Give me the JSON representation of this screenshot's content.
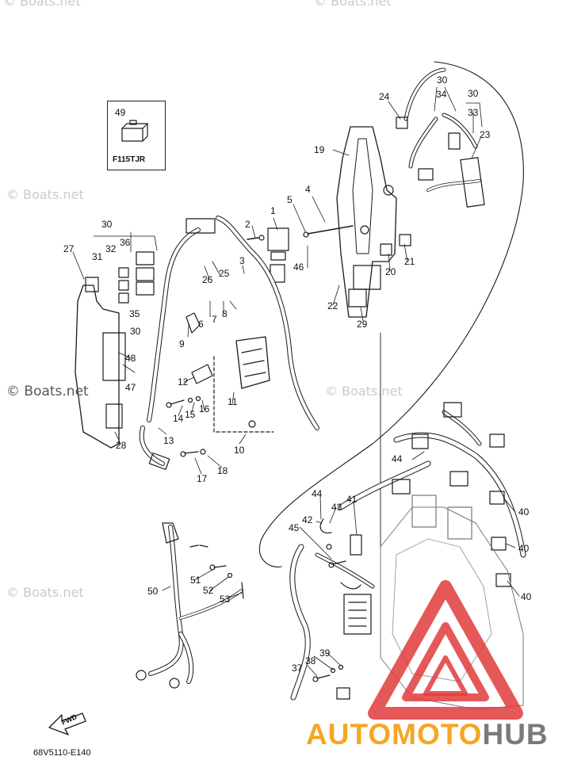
{
  "watermarks": {
    "top_left": "© Boats.net",
    "top_right": "© Boats.net",
    "left_upper": "© Boats.net",
    "left_middle": "© Boats.net",
    "center": "© Boats.net",
    "left_lower": "© Boats.net"
  },
  "inset": {
    "part_number": "49",
    "model": "F115TJR"
  },
  "diagram_code": "68V5110-E140",
  "fwd_label": "FWD",
  "brand": {
    "part1": "AUTOMOTO",
    "part2": "HUB",
    "color1": "#f5a623",
    "color2": "#7a7a7a",
    "logo_color": "#e03b3b"
  },
  "callouts": [
    "1",
    "2",
    "3",
    "4",
    "5",
    "6",
    "7",
    "8",
    "9",
    "10",
    "11",
    "12",
    "13",
    "14",
    "15",
    "16",
    "17",
    "18",
    "19",
    "20",
    "21",
    "22",
    "23",
    "24",
    "25",
    "26",
    "27",
    "28",
    "29",
    "30",
    "30",
    "30",
    "30",
    "31",
    "32",
    "33",
    "34",
    "35",
    "36",
    "37",
    "38",
    "39",
    "40",
    "40",
    "40",
    "41",
    "42",
    "43",
    "44",
    "44",
    "45",
    "46",
    "47",
    "48",
    "50",
    "51",
    "52",
    "53"
  ]
}
